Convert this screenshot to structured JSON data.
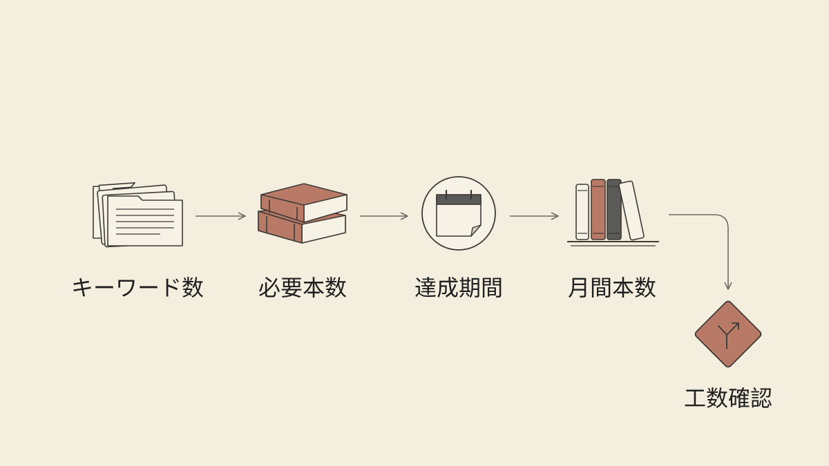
{
  "steps": [
    {
      "label": "キーワード数",
      "icon": "folders-icon"
    },
    {
      "label": "必要本数",
      "icon": "books-stack-icon"
    },
    {
      "label": "達成期間",
      "icon": "calendar-icon"
    },
    {
      "label": "月間本数",
      "icon": "bookshelf-icon"
    },
    {
      "label": "工数確認",
      "icon": "decision-diamond-icon"
    }
  ],
  "colors": {
    "background": "#f4eedf",
    "line": "#6e6a64",
    "accent": "#b87a66",
    "dark": "#5a5a58",
    "paper": "#f7f2e6"
  }
}
